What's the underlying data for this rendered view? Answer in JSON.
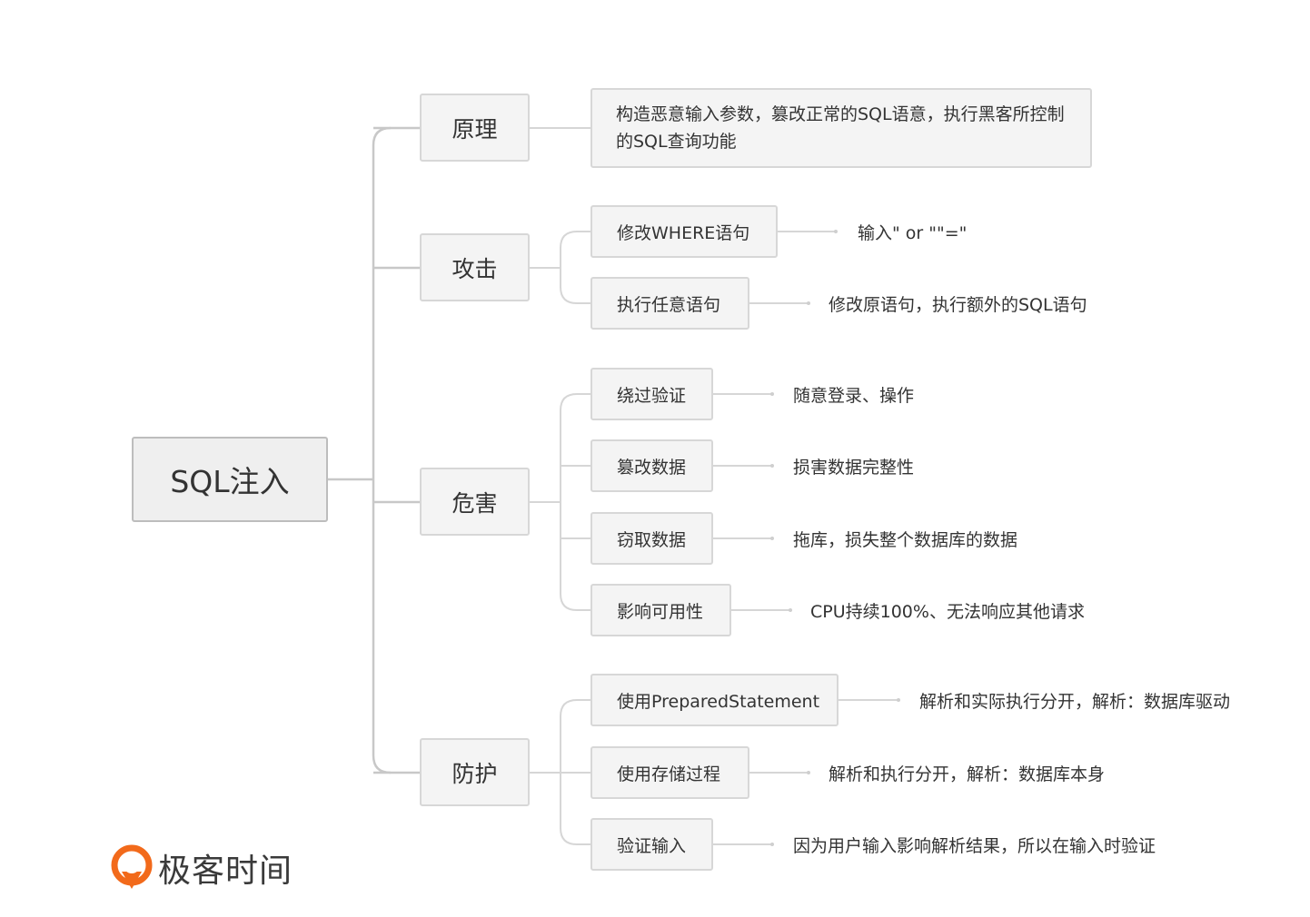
{
  "root": "SQL注入",
  "branches": {
    "principle": {
      "label": "原理",
      "description": "构造恶意输入参数，篡改正常的SQL语意，执行黑客所控制的SQL查询功能"
    },
    "attack": {
      "label": "攻击",
      "items": [
        {
          "label": "修改WHERE语句",
          "detail": "输入\" or \"\"=\""
        },
        {
          "label": "执行任意语句",
          "detail": "修改原语句，执行额外的SQL语句"
        }
      ]
    },
    "harm": {
      "label": "危害",
      "items": [
        {
          "label": "绕过验证",
          "detail": "随意登录、操作"
        },
        {
          "label": "篡改数据",
          "detail": "损害数据完整性"
        },
        {
          "label": "窃取数据",
          "detail": "拖库，损失整个数据库的数据"
        },
        {
          "label": "影响可用性",
          "detail": "CPU持续100%、无法响应其他请求"
        }
      ]
    },
    "defense": {
      "label": "防护",
      "items": [
        {
          "label": "使用PreparedStatement",
          "detail": "解析和实际执行分开，解析：数据库驱动"
        },
        {
          "label": "使用存储过程",
          "detail": "解析和执行分开，解析：数据库本身"
        },
        {
          "label": "验证输入",
          "detail": "因为用户输入影响解析结果，所以在输入时验证"
        }
      ]
    }
  },
  "logo": {
    "text": "极客时间",
    "icon": "geektime-logo-icon",
    "color": "#f26a1b"
  }
}
